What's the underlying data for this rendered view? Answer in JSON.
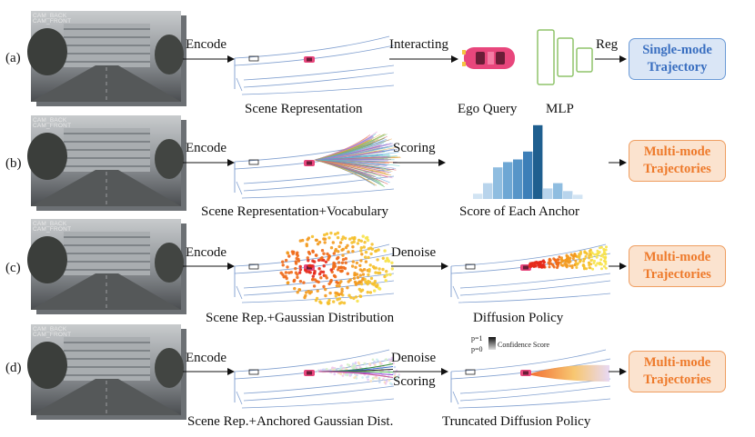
{
  "rows": [
    {
      "label": "(a)",
      "encode": "Encode",
      "scene_caption": "Scene Representation",
      "mid_arrow": "Interacting",
      "caption1": "Ego Query",
      "caption2": "MLP",
      "reg_label": "Reg",
      "output_line1": "Single-mode",
      "output_line2": "Trajectory"
    },
    {
      "label": "(b)",
      "encode": "Encode",
      "scene_caption": "Scene Representation+Vocabulary",
      "mid_arrow": "Scoring",
      "caption1": "Score of Each Anchor",
      "output_line1": "Multi-mode",
      "output_line2": "Trajectories"
    },
    {
      "label": "(c)",
      "encode": "Encode",
      "scene_caption": "Scene Rep.+Gaussian Distribution",
      "mid_arrow": "Denoise",
      "caption1": "Diffusion Policy",
      "output_line1": "Multi-mode",
      "output_line2": "Trajectories"
    },
    {
      "label": "(d)",
      "encode": "Encode",
      "scene_caption": "Scene Rep.+Anchored Gaussian Dist.",
      "mid_arrow": "Denoise",
      "mid_arrow2": "Scoring",
      "caption1": "Truncated Diffusion Policy",
      "output_line1": "Multi-mode",
      "output_line2": "Trajectories"
    }
  ],
  "camera": {
    "back_label": "CAM_BACK",
    "front_label": "CAM_FRONT"
  },
  "confidence_legend": {
    "top": "p=1",
    "bottom": "p=0",
    "title": "Confidence Score"
  },
  "histogram": {
    "values": [
      1,
      3,
      6,
      7,
      7.5,
      9,
      14,
      2,
      3,
      1.5,
      0.8
    ],
    "highlight_index": 6
  },
  "colors": {
    "single_blue": "#3a6fc0",
    "multi_orange": "#ee7a2b",
    "car_pink": "#e8467c",
    "mlp_green": "#8fc46a",
    "bar_dark": "#1f5f8f",
    "bar_light": "#9cc3e0"
  }
}
